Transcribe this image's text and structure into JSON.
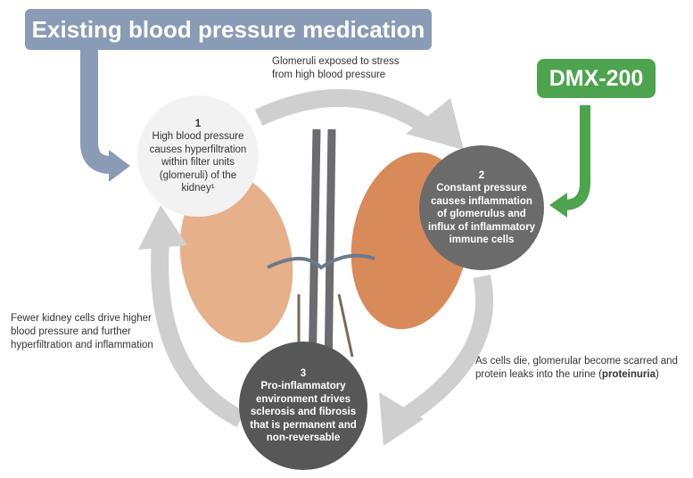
{
  "title": "Existing blood pressure medication",
  "drug": "DMX-200",
  "steps": [
    {
      "number": "1",
      "text": "High blood pressure causes hyperfiltration within filter units (glomeruli) of the kidney¹"
    },
    {
      "number": "2",
      "text": "Constant pressure causes inflammation of glomerulus and influx of inflammatory immune cells"
    },
    {
      "number": "3",
      "text": "Pro-inflammatory environment drives sclerosis and fibrosis that is permanent and non-reversable"
    }
  ],
  "notes": {
    "top": "Glomeruli exposed to stress from high blood pressure",
    "left": "Fewer kidney cells drive higher blood pressure and further hyperfiltration and inflammation",
    "right_prefix": "As cells die, glomerular become scarred and protein leaks into the urine (",
    "right_bold": "proteinuria",
    "right_suffix": ")"
  },
  "colors": {
    "title_bg": "#8a9bb5",
    "drug_bg": "#4ea44e",
    "cycle": "#cfcfcf"
  }
}
